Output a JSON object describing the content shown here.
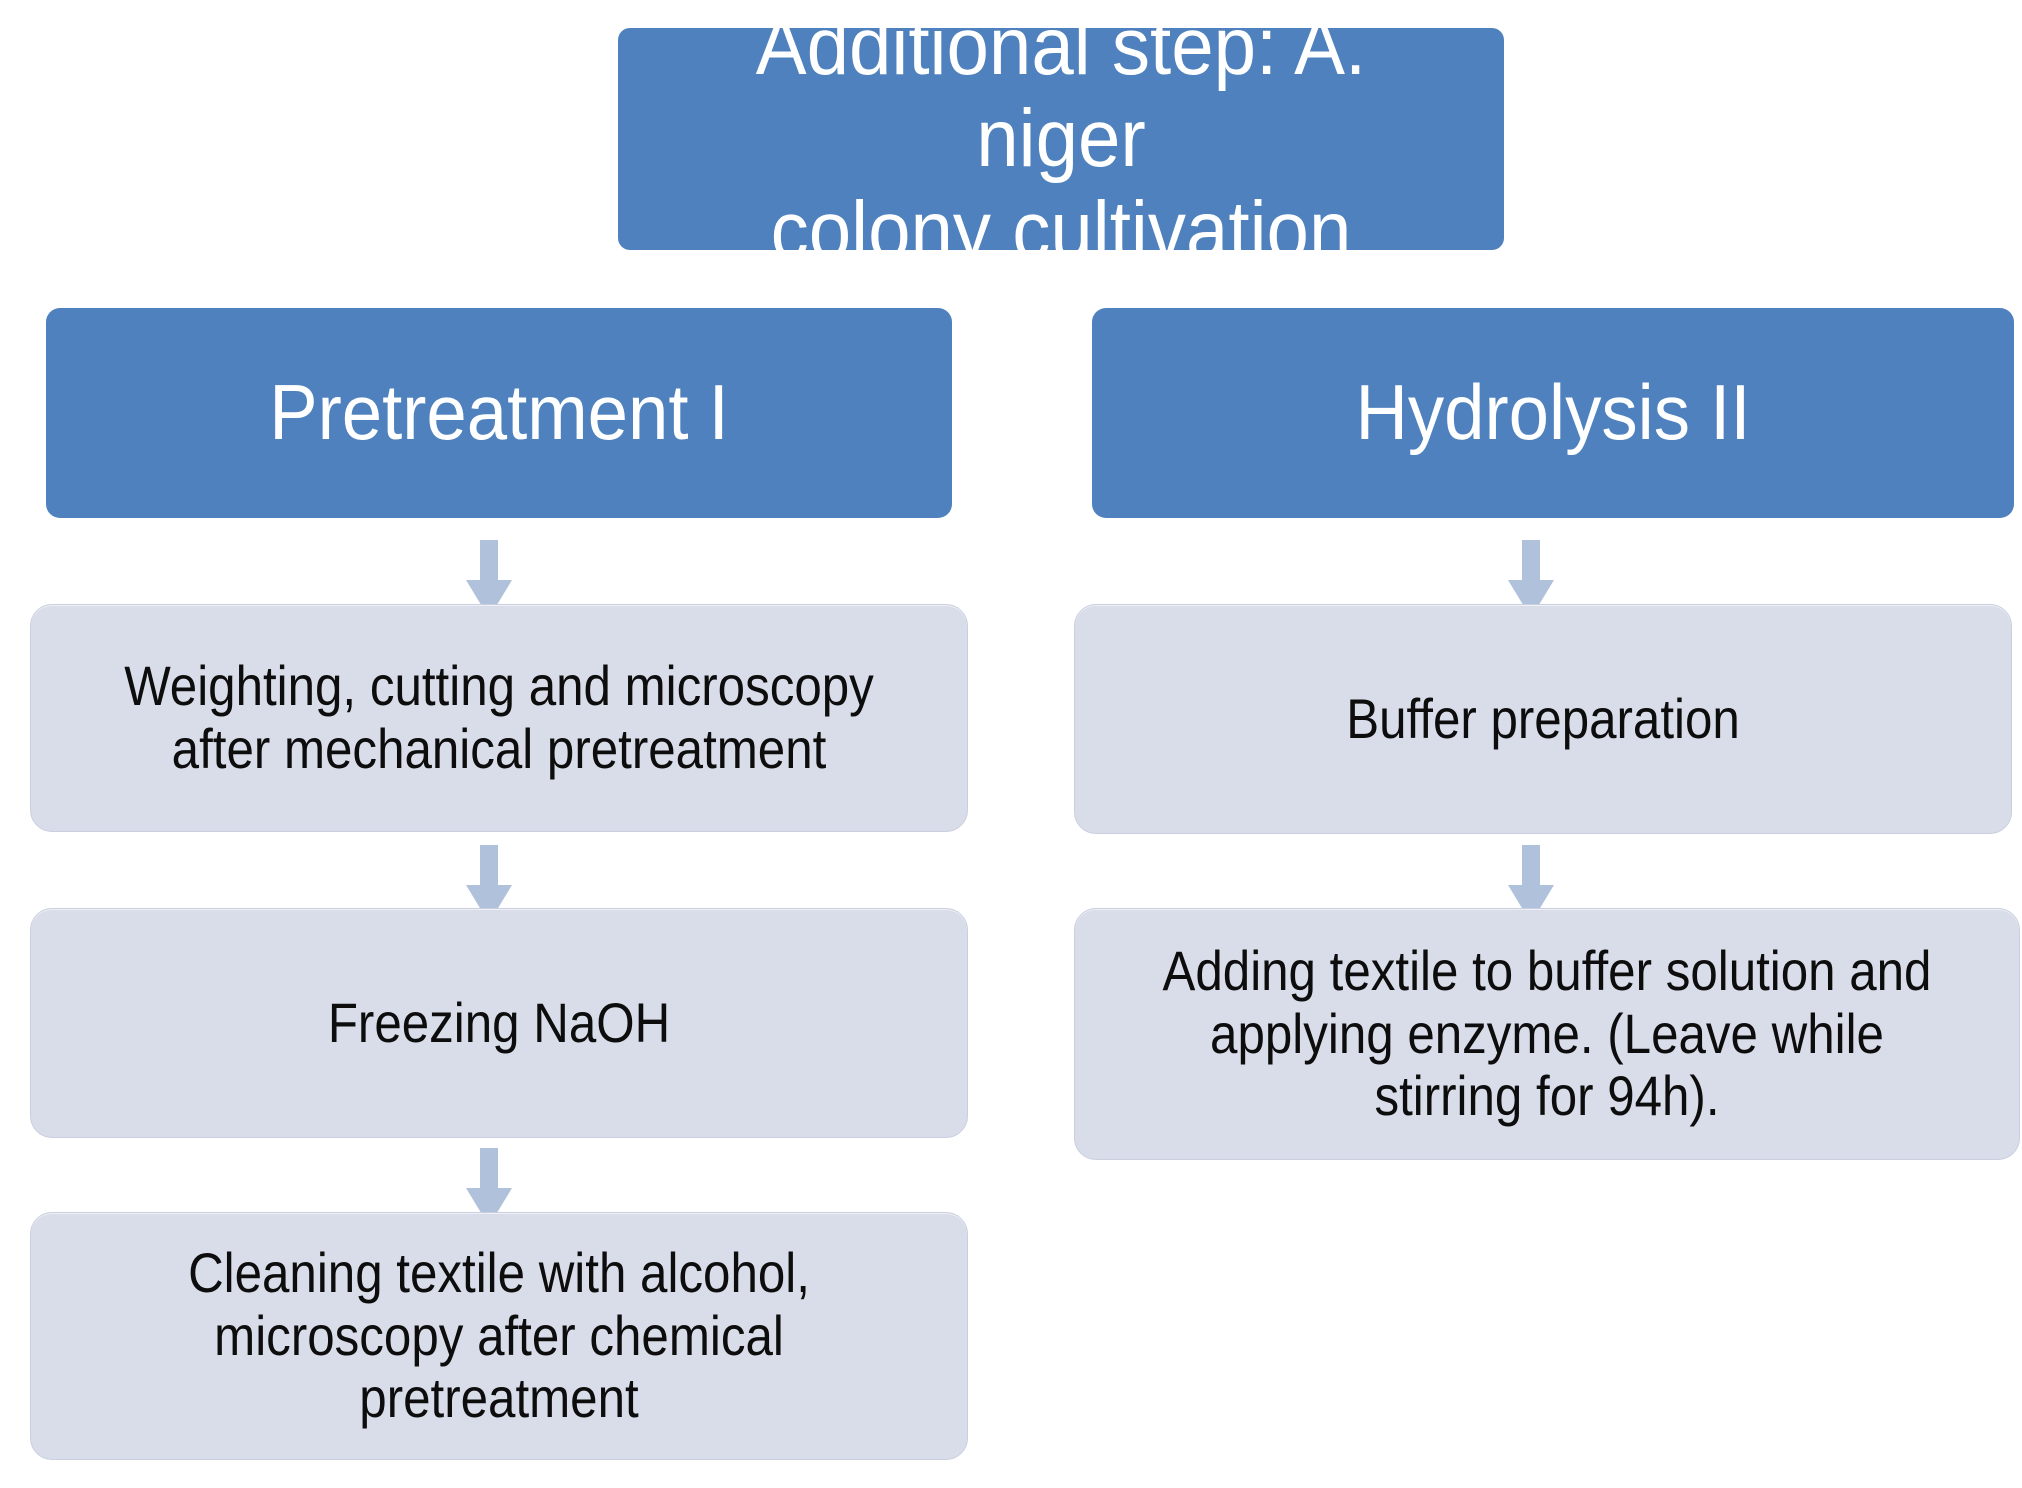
{
  "diagram": {
    "title_box": {
      "text": "Additional step: A. niger\ncolony cultivation"
    },
    "colors": {
      "header_blue": "#4e81bd",
      "body_fill": "#d9dde9",
      "body_border": "#c9cfdf",
      "arrow_fill": "#b0c1dc",
      "header_text": "#ffffff",
      "body_text": "#0d0d0d",
      "background": "#ffffff"
    },
    "columns": [
      {
        "id": "pretreatment",
        "header": "Pretreatment I",
        "steps": [
          "Weighting, cutting and microscopy\nafter mechanical pretreatment",
          "Freezing NaOH",
          "Cleaning textile with alcohol,\nmicroscopy after chemical\npretreatment"
        ],
        "arrow_count": 3
      },
      {
        "id": "hydrolysis",
        "header": "Hydrolysis II",
        "steps": [
          "Buffer preparation",
          "Adding textile to buffer solution and\napplying enzyme. (Leave while\nstirring for 94h)."
        ],
        "arrow_count": 2
      }
    ]
  }
}
